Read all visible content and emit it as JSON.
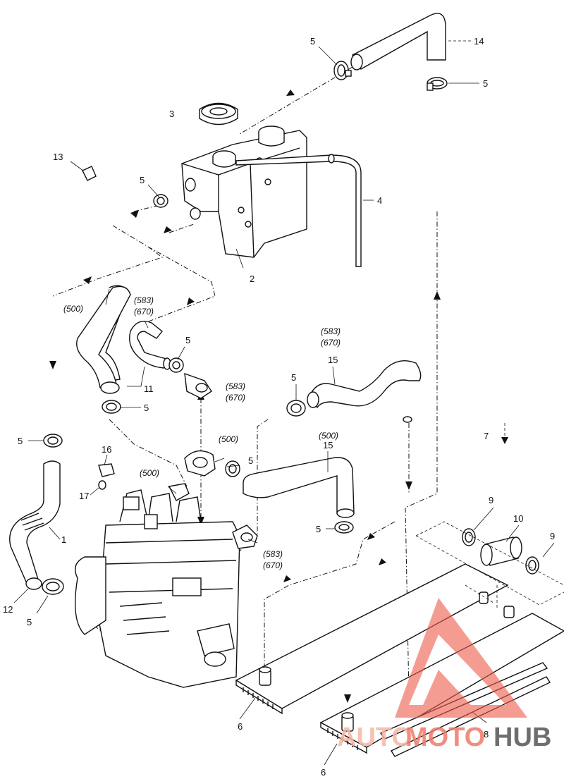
{
  "diagram": {
    "callouts": {
      "c1": "1",
      "c2": "2",
      "c3": "3",
      "c4": "4",
      "c5a": "5",
      "c5b": "5",
      "c5c": "5",
      "c5d": "5",
      "c5e": "5",
      "c5f": "5",
      "c5g": "5",
      "c5h": "5",
      "c5i": "5",
      "c5j": "5",
      "c6a": "6",
      "c6b": "6",
      "c7": "7",
      "c8": "8",
      "c9a": "9",
      "c9b": "9",
      "c10": "10",
      "c11": "11",
      "c12": "12",
      "c13": "13",
      "c14": "14",
      "c15a": "15",
      "c15b": "15",
      "c16": "16",
      "c17": "17"
    },
    "variants": {
      "v500a": "(500)",
      "v583a": "(583)",
      "v670a": "(670)",
      "v583b": "(583)",
      "v670b": "(670)",
      "v583c": "(583)",
      "v670c": "(670)",
      "v500b": "(500)",
      "v500c": "(500)",
      "v500d": "(500)",
      "v583d": "(583)",
      "v670d": "(670)"
    }
  },
  "watermark": {
    "part1": "AUTO",
    "part2": "MOTO",
    "part3": "HUB",
    "colors": {
      "auto": "#f5b7a6",
      "moto": "#f07a68",
      "hub": "#555555",
      "triangle": "#f05a4a"
    }
  }
}
